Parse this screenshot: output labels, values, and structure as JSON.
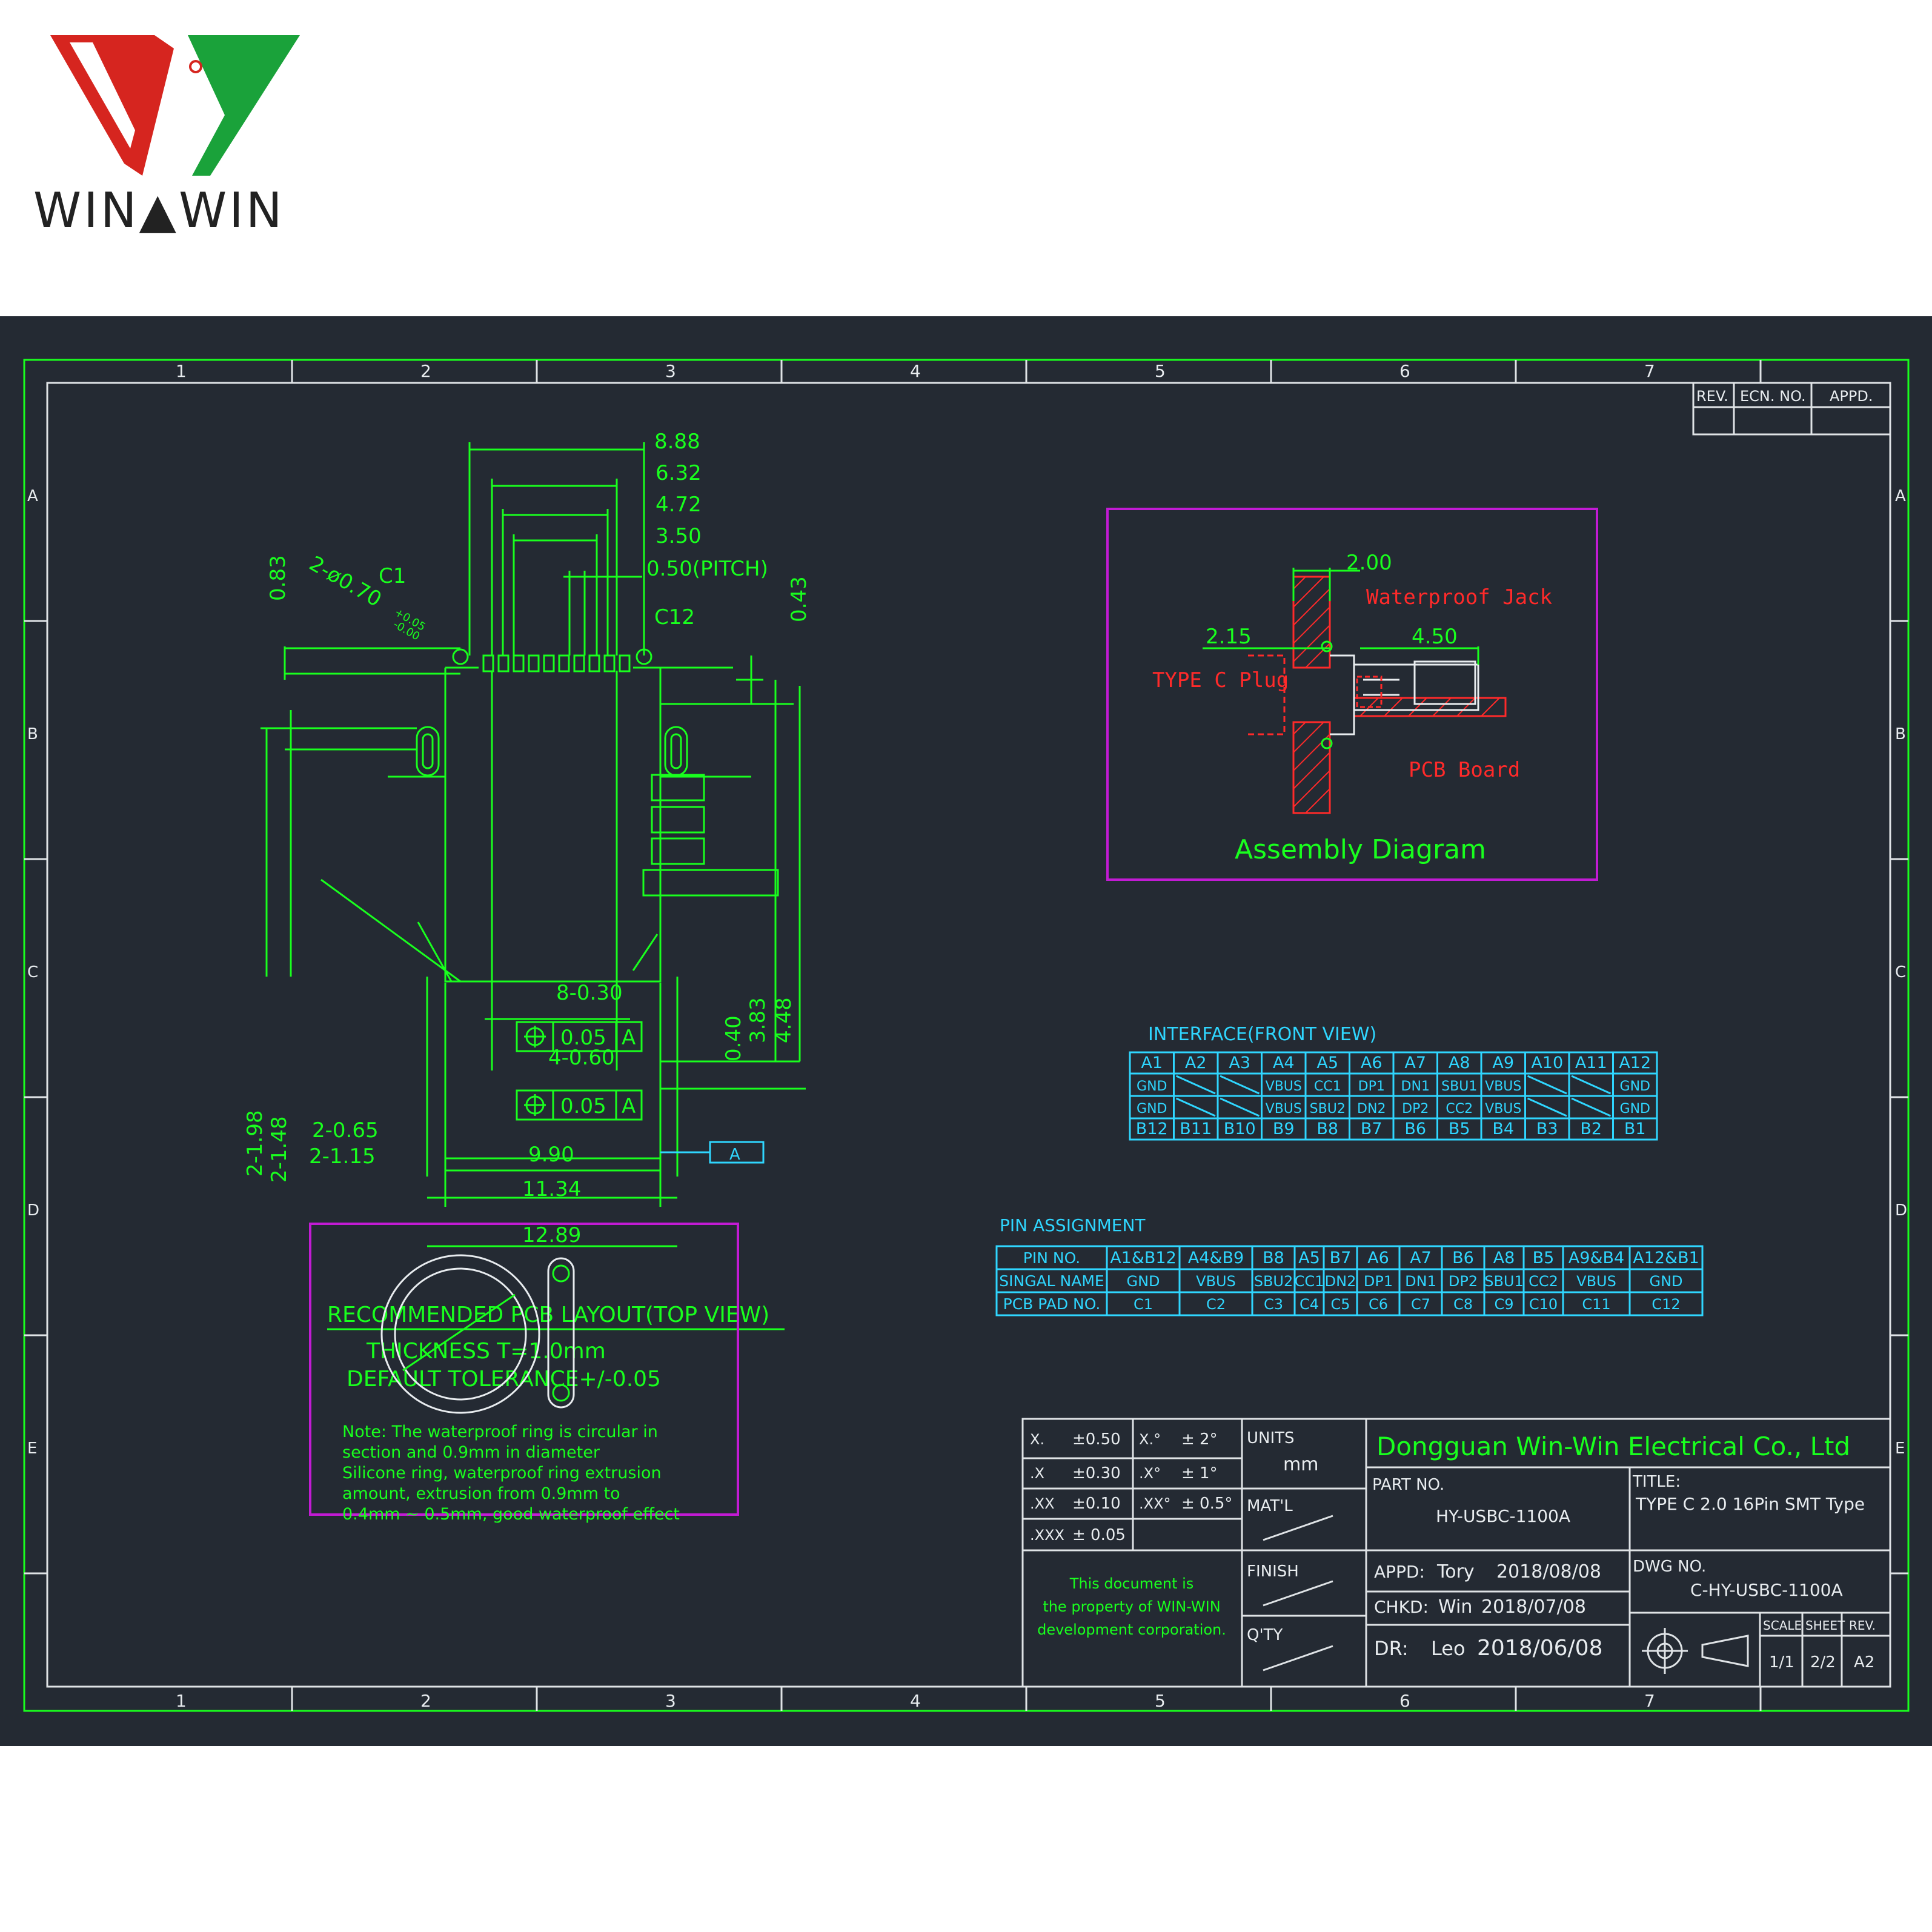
{
  "logo": {
    "text": "WIN▲WIN"
  },
  "colors": {
    "background": "#242a33",
    "dimension": "#19ff1e",
    "table": "#2fd6ff",
    "frame": "#dfe3e6",
    "callout": "#c21bd4",
    "red": "#ff2a2a"
  },
  "border": {
    "columns": [
      "1",
      "2",
      "3",
      "4",
      "5",
      "6",
      "7"
    ],
    "rows": [
      "A",
      "B",
      "C",
      "D",
      "E"
    ]
  },
  "rev_block": {
    "rev": "REV.",
    "ecn": "ECN. NO.",
    "appd": "APPD."
  },
  "pcb_layout": {
    "dims": {
      "d888": "8.88",
      "d632": "6.32",
      "d472": "4.72",
      "d350": "3.50",
      "pitch": "0.50(PITCH)",
      "d083": "0.83",
      "d043": "0.43",
      "hole": "2-ø0.70",
      "hole_tol": "+0.05",
      "hole_tol2": "-0.00",
      "c1": "C1",
      "c12": "C12",
      "d830": "8-0.30",
      "pos1": "0.05",
      "datum1": "A",
      "d460": "4-0.60",
      "pos2": "0.05",
      "datum2": "A",
      "d040": "0.40",
      "d383": "3.83",
      "d448": "4.48",
      "d198": "2-1.98",
      "d148": "2-1.48",
      "d265": "2-0.65",
      "d2115": "2-1.15",
      "d990": "9.90",
      "d1134": "11.34",
      "d1289": "12.89",
      "datum": "A"
    },
    "title": "RECOMMENDED  PCB  LAYOUT(TOP  VIEW)",
    "thickness": "THICKNESS  T=1.0mm",
    "tolerance": "DEFAULT  TOLERANCE+/-0.05"
  },
  "assembly": {
    "d200": "2.00",
    "d215": "2.15",
    "d450": "4.50",
    "waterproof_jack": "Waterproof  Jack",
    "type_c_plug": "TYPE  C  Plug",
    "pcb_board": "PCB  Board",
    "title": "Assembly  Diagram"
  },
  "interface": {
    "title": "INTERFACE(FRONT  VIEW)",
    "top": [
      "A1",
      "A2",
      "A3",
      "A4",
      "A5",
      "A6",
      "A7",
      "A8",
      "A9",
      "A10",
      "A11",
      "A12"
    ],
    "sig_a": [
      "GND",
      "",
      "",
      "VBUS",
      "CC1",
      "DP1",
      "DN1",
      "SBU1",
      "VBUS",
      "",
      "",
      "GND"
    ],
    "sig_b": [
      "GND",
      "",
      "",
      "VBUS",
      "SBU2",
      "DN2",
      "DP2",
      "CC2",
      "VBUS",
      "",
      "",
      "GND"
    ],
    "bottom": [
      "B12",
      "B11",
      "B10",
      "B9",
      "B8",
      "B7",
      "B6",
      "B5",
      "B4",
      "B3",
      "B2",
      "B1"
    ]
  },
  "pin_assignment": {
    "title": "PIN  ASSIGNMENT",
    "headers": [
      "PIN  NO.",
      "SINGAL  NAME",
      "PCB  PAD  NO."
    ],
    "pin_no": [
      "A1&B12",
      "A4&B9",
      "B8",
      "A5",
      "B7",
      "A6",
      "A7",
      "B6",
      "A8",
      "B5",
      "A9&B4",
      "A12&B1"
    ],
    "signal": [
      "GND",
      "VBUS",
      "SBU2",
      "CC1",
      "DN2",
      "DP1",
      "DN1",
      "DP2",
      "SBU1",
      "CC2",
      "VBUS",
      "GND"
    ],
    "pad": [
      "C1",
      "C2",
      "C3",
      "C4",
      "C5",
      "C6",
      "C7",
      "C8",
      "C9",
      "C10",
      "C11",
      "C12"
    ]
  },
  "ring_note": {
    "lines": [
      "Note: The  waterproof  ring  is  circular  in",
      "section  and  0.9mm  in  diameter",
      "Silicone  ring,  waterproof  ring  extrusion",
      "amount,  extrusion  from  0.9mm  to",
      "0.4mm  ~  0.5mm,  good  waterproof  effect"
    ]
  },
  "title_block": {
    "tol": [
      {
        "k": "X.",
        "v": "±0.50",
        "ak": "X.°",
        "av": "± 2°"
      },
      {
        "k": ".X",
        "v": "±0.30",
        "ak": ".X°",
        "av": "± 1°"
      },
      {
        "k": ".XX",
        "v": "±0.10",
        "ak": ".XX°",
        "av": "± 0.5°"
      },
      {
        "k": ".XXX",
        "v": "± 0.05",
        "ak": "",
        "av": ""
      }
    ],
    "units_label": "UNITS",
    "units": "mm",
    "matl": "MAT'L",
    "finish": "FINISH",
    "qty": "Q'TY",
    "company": "Dongguan  Win-Win  Electrical  Co.,  Ltd",
    "property": [
      "This  document  is",
      "the  property  of  WIN-WIN",
      "development  corporation."
    ],
    "part_no_label": "PART    NO.",
    "part_no": "HY-USBC-1100A",
    "title_label": "TITLE:",
    "title": "TYPE  C  2.0  16Pin    SMT  Type",
    "appd_label": "APPD:",
    "appd_name": "Tory",
    "appd_date": "2018/08/08",
    "chkd_label": "CHKD:",
    "chkd_name": "Win",
    "chkd_date": "2018/07/08",
    "dr_label": "DR:",
    "dr_name": "Leo",
    "dr_date": "2018/06/08",
    "dwg_label": "DWG  NO.",
    "dwg_no": "C-HY-USBC-1100A",
    "scale_label": "SCALE",
    "sheet_label": "SHEET",
    "rev_label": "REV.",
    "scale": "1/1",
    "sheet": "2/2",
    "rev": "A2"
  }
}
